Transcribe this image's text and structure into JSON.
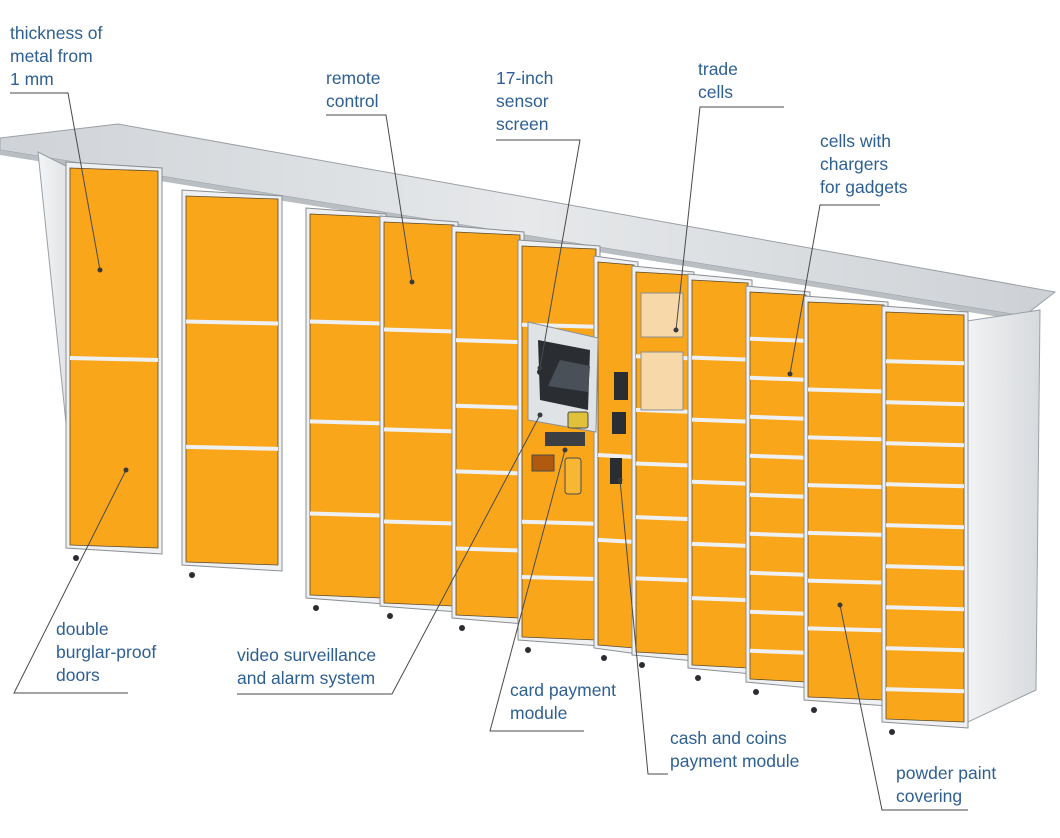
{
  "colors": {
    "door_orange": "#f9a61a",
    "door_orange_dark": "#e8930c",
    "frame_white": "#eef0f2",
    "roof_grey": "#d9dcdf",
    "callout_text": "#2d5f93",
    "leader_line": "#4a4a4a"
  },
  "callouts": {
    "thickness": {
      "lines": [
        "thickness of",
        "metal from",
        "1 mm"
      ]
    },
    "remote": {
      "lines": [
        "remote",
        "control"
      ]
    },
    "screen": {
      "lines": [
        "17-inch",
        "sensor",
        "screen"
      ]
    },
    "trade": {
      "lines": [
        "trade",
        "cells"
      ]
    },
    "chargers": {
      "lines": [
        "cells with",
        "chargers",
        "for gadgets"
      ]
    },
    "doors": {
      "lines": [
        "double",
        "burglar-proof",
        "doors"
      ]
    },
    "video": {
      "lines": [
        "video surveillance",
        "and alarm system"
      ]
    },
    "card": {
      "lines": [
        "card payment",
        "module"
      ]
    },
    "cash": {
      "lines": [
        "cash and coins",
        "payment module"
      ]
    },
    "powder": {
      "lines": [
        "powder paint",
        "covering"
      ]
    }
  }
}
